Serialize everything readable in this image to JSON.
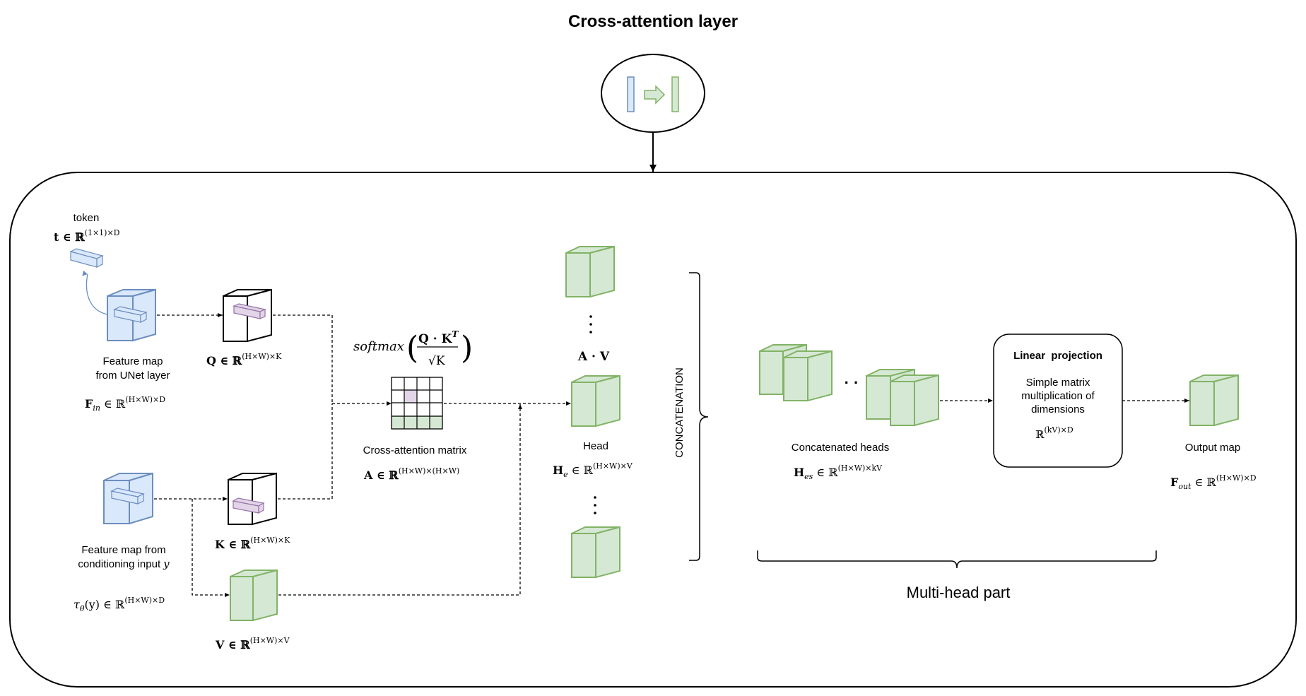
{
  "title": "Cross-attention layer",
  "colors": {
    "blue_fill": "#dae8fc",
    "blue_stroke": "#6c8ebf",
    "green_fill": "#d5e8d4",
    "green_stroke": "#82b366",
    "purple_fill": "#e1d5e7",
    "purple_stroke": "#9673a6",
    "line": "#000000"
  },
  "token": {
    "label": "token",
    "formula": "t ∈ ℝ",
    "sup": "(1×1)×D"
  },
  "feature_in": {
    "label_line1": "Feature map",
    "label_line2": "from UNet layer",
    "formula_main": "F",
    "formula_sub": "in",
    "formula_rest": " ∈ ℝ",
    "sup": "(H×W)×D"
  },
  "query": {
    "formula": "Q ∈ ℝ",
    "sup": "(H×W)×K"
  },
  "key": {
    "formula": "K ∈ ℝ",
    "sup": "(H×W)×K"
  },
  "value": {
    "formula": "V ∈ ℝ",
    "sup": "(H×W)×V"
  },
  "conditioning": {
    "label_line1": "Feature map from",
    "label_line2": "conditioning input",
    "label_var": "y",
    "formula": "τ",
    "formula_sub": "θ",
    "formula_rest": "(y) ∈ ℝ",
    "sup": "(H×W)×D"
  },
  "softmax": {
    "func": "softmax",
    "numerator": "Q · K",
    "numerator_sup": "T",
    "denominator": "√K"
  },
  "attention_matrix": {
    "label": "Cross-attention matrix",
    "formula": "A ∈ ℝ",
    "sup": "(H×W)×(H×W)"
  },
  "head": {
    "av_label": "A · V",
    "label": "Head",
    "formula_main": "H",
    "formula_sub": "e",
    "formula_rest": " ∈ ℝ",
    "sup": "(H×W)×V"
  },
  "concatenation": "CONCATENATION",
  "concat_heads": {
    "label": "Concatenated heads",
    "formula_main": "H",
    "formula_sub": "es",
    "formula_rest": " ∈ ℝ",
    "sup": "(H×W)×kV"
  },
  "linear_projection": {
    "title": "Linear  projection",
    "desc_line1": "Simple matrix",
    "desc_line2": "multiplication of",
    "desc_line3": "dimensions",
    "formula": "ℝ",
    "sup": "(kV)×D"
  },
  "output": {
    "label": "Output map",
    "formula_main": "F",
    "formula_sub": "out",
    "formula_rest": " ∈ ℝ",
    "sup": "(H×W)×D"
  },
  "multi_head": "Multi-head part",
  "ellipsis_dots": "· ·"
}
